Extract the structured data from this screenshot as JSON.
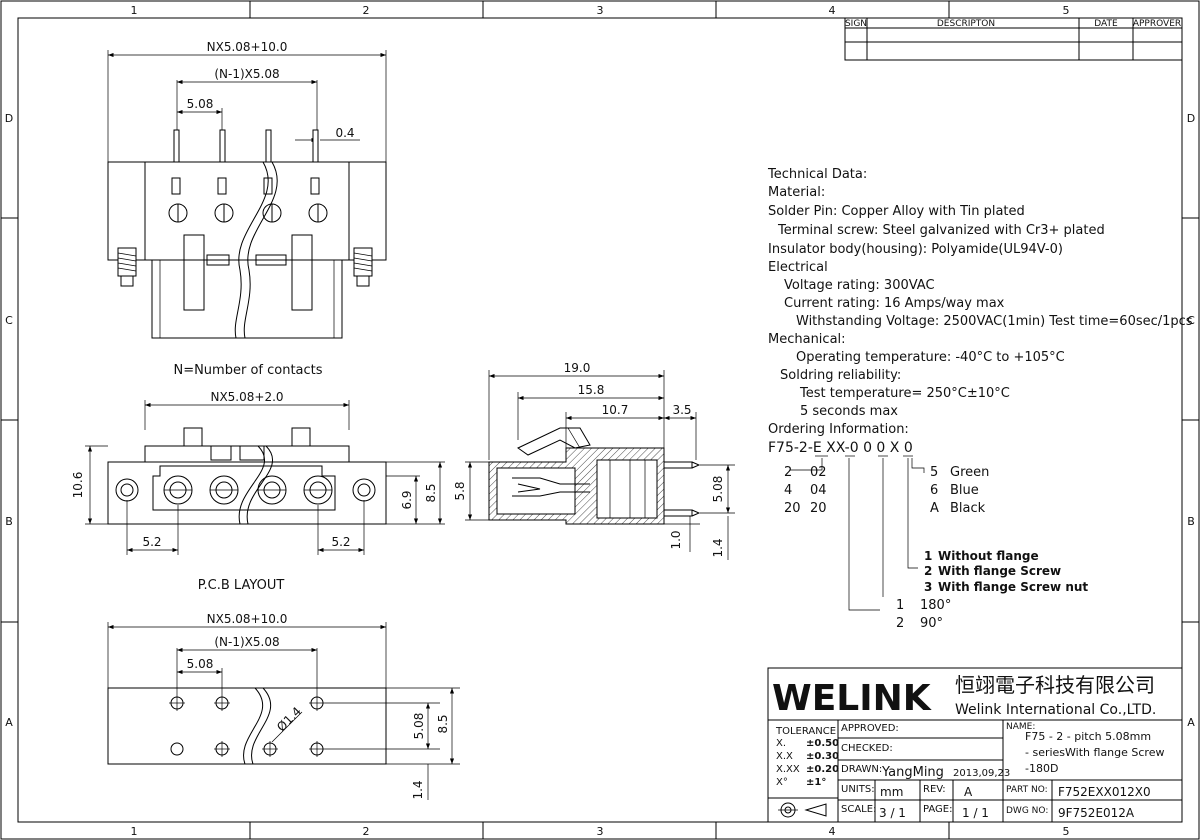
{
  "frame": {
    "col_labels": [
      "1",
      "2",
      "3",
      "4",
      "5"
    ],
    "row_labels": [
      "D",
      "C",
      "B",
      "A"
    ]
  },
  "revision_table": {
    "headers": [
      "SIGN",
      "DESCRIPTON",
      "DATE",
      "APPROVER"
    ]
  },
  "top_view": {
    "dim_total": "NX5.08+10.0",
    "dim_inner": "(N-1)X5.08",
    "dim_pitch": "5.08",
    "dim_pin": "0.4",
    "caption": "N=Number of contacts"
  },
  "front_view": {
    "dim_top": "NX5.08+2.0",
    "dim_height": "10.6",
    "dim_69": "6.9",
    "dim_85": "8.5",
    "dim_left": "5.2",
    "dim_right": "5.2",
    "caption": "P.C.B LAYOUT"
  },
  "side_view": {
    "dim_190": "19.0",
    "dim_158": "15.8",
    "dim_107": "10.7",
    "dim_35": "3.5",
    "dim_58": "5.8",
    "dim_508": "5.08",
    "dim_10": "1.0",
    "dim_14": "1.4"
  },
  "pcb_view": {
    "dim_total": "NX5.08+10.0",
    "dim_inner": "(N-1)X5.08",
    "dim_pitch": "5.08",
    "dim_hole": "Ø1.4",
    "dim_508": "5.08",
    "dim_85": "8.5",
    "dim_14": "1.4"
  },
  "technical_data": {
    "lines": [
      "Technical Data:",
      "Material:",
      "Solder Pin: Copper Alloy with Tin plated",
      "Terminal screw: Steel galvanized with Cr3+ plated",
      "Insulator body(housing): Polyamide(UL94V-0)",
      "Electrical",
      "Voltage rating: 300VAC",
      "Current rating: 16 Amps/way max",
      "Withstanding Voltage: 2500VAC(1min) Test time=60sec/1pcs",
      "Mechanical:",
      "Operating temperature: -40°C to +105°C",
      "Soldring reliability:",
      "Test temperature= 250°C±10°C",
      "5 seconds max",
      "Ordering Information:"
    ]
  },
  "ordering": {
    "code": "F75-2-E XX-0 0 0 X 0",
    "pin_options": [
      {
        "code": "2",
        "value": "02"
      },
      {
        "code": "4",
        "value": "04"
      },
      {
        "code": "20",
        "value": "20"
      }
    ],
    "colors": [
      {
        "code": "5",
        "name": "Green"
      },
      {
        "code": "6",
        "name": "Blue"
      },
      {
        "code": "A",
        "name": "Black"
      }
    ],
    "flange": [
      {
        "code": "1",
        "name": "Without flange"
      },
      {
        "code": "2",
        "name": "With flange Screw"
      },
      {
        "code": "3",
        "name": "With flange Screw nut"
      }
    ],
    "angles": [
      {
        "code": "1",
        "value": "180°"
      },
      {
        "code": "2",
        "value": "90°"
      }
    ]
  },
  "title_block": {
    "logo": "WELINK",
    "company_cn": "恒翊電子科技有限公司",
    "company_en": "Welink International Co.,LTD.",
    "tolerance_label": "TOLERANCE",
    "tolerances": [
      {
        "k": "X.",
        "v": "±0.50"
      },
      {
        "k": "X.X",
        "v": "±0.30"
      },
      {
        "k": "X.XX",
        "v": "±0.20"
      },
      {
        "k": "X°",
        "v": "±1°"
      }
    ],
    "approved_label": "APPROVED:",
    "checked_label": "CHECKED:",
    "drawn_label": "DRAWN:",
    "drawn_by": "YangMing",
    "drawn_date": "2013,09,23",
    "units_label": "UNITS:",
    "units": "mm",
    "rev_label": "REV:",
    "rev": "A",
    "scale_label": "SCALE:",
    "scale": "3 / 1",
    "page_label": "PAGE:",
    "page": "1 / 1",
    "name_label": "NAME:",
    "name_lines": [
      "F75 - 2 - pitch 5.08mm",
      "- seriesWith flange Screw",
      "-180D"
    ],
    "part_no_label": "PART NO:",
    "part_no": "F752EXX012X0",
    "dwg_no_label": "DWG NO:",
    "dwg_no": "9F752E012A"
  }
}
